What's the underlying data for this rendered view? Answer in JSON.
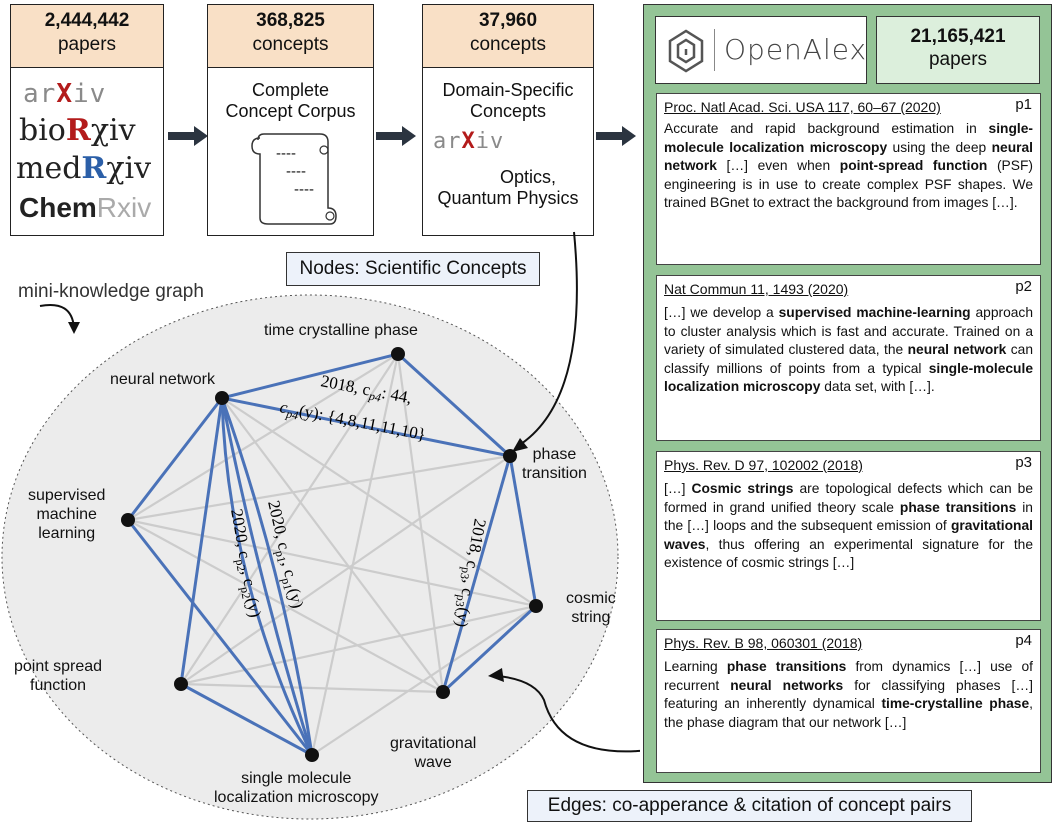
{
  "sources": {
    "count": "2,444,442",
    "unit": "papers",
    "logos": {
      "arxiv": {
        "a": "ar",
        "x": "X",
        "b": "iv"
      },
      "biorxiv": {
        "a": "bio",
        "r": "R",
        "b": "χiv"
      },
      "medrxiv": {
        "a": "med",
        "r": "R",
        "b": "χiv"
      },
      "chemrxiv": {
        "a": "Chem",
        "b": "Rxiv"
      }
    }
  },
  "corpus": {
    "count": "368,825",
    "unit": "concepts",
    "title_line1": "Complete",
    "title_line2": "Concept Corpus",
    "scroll_lines": [
      "----",
      "----",
      "----"
    ]
  },
  "domain": {
    "count": "37,960",
    "unit": "concepts",
    "title_line1": "Domain-Specific",
    "title_line2": "Concepts",
    "field_line1": "Optics,",
    "field_line2": "Quantum Physics"
  },
  "openalex": {
    "name": "OpenAlex",
    "count": "21,165,421",
    "unit": "papers"
  },
  "nodes_label": "Nodes: Scientific Concepts",
  "edges_label": "Edges: co-apperance & citation of concept pairs",
  "graph_title": "mini-knowledge graph",
  "nodes": [
    {
      "id": "time-crystalline-phase",
      "label": "time crystalline phase"
    },
    {
      "id": "neural-network",
      "label": "neural network"
    },
    {
      "id": "phase-transition",
      "line1": "phase",
      "line2": "transition"
    },
    {
      "id": "supervised-machine-learning",
      "line1": "supervised",
      "line2": "machine",
      "line3": "learning"
    },
    {
      "id": "cosmic-string",
      "line1": "cosmic",
      "line2": "string"
    },
    {
      "id": "point-spread-function",
      "line1": "point spread",
      "line2": "function"
    },
    {
      "id": "gravitational-wave",
      "line1": "gravitational",
      "line2": "wave"
    },
    {
      "id": "single-molecule-localization-microscopy",
      "line1": "single molecule",
      "line2": "localization microscopy"
    }
  ],
  "edge_labels": {
    "p4_line1": "2018, c",
    "p4_sub1": "p4",
    "p4_rest1": ": 44,",
    "p4_line2": "c",
    "p4_sub2": "p4",
    "p4_rest2": "(y): {4,8,11,11,10}",
    "p1": "2020, c",
    "p1_sub": "p1",
    "p1_mid": ", c",
    "p1_sub2": "p1",
    "p1_end": "(y)",
    "p2": "2020, c",
    "p2_sub": "p2",
    "p2_mid": ", c",
    "p2_sub2": "p2",
    "p2_end": "(y)",
    "p3": "2018, c",
    "p3_sub": "p3",
    "p3_mid": ", c",
    "p3_sub2": "p3",
    "p3_end": "(y)"
  },
  "papers": [
    {
      "id": "p1",
      "ref": "Proc. Natl Acad. Sci. USA 117, 60–67 (2020)",
      "segments": [
        {
          "t": "Accurate and rapid background estimation in "
        },
        {
          "t": "single-molecule localization microscopy",
          "b": true
        },
        {
          "t": " using the deep "
        },
        {
          "t": "neural network",
          "b": true
        },
        {
          "t": " […] even when "
        },
        {
          "t": "point-spread function",
          "b": true
        },
        {
          "t": " (PSF) engineering is in use to create complex PSF shapes. We trained BGnet to extract the background from images […]."
        }
      ]
    },
    {
      "id": "p2",
      "ref": "Nat Commun 11, 1493 (2020)",
      "segments": [
        {
          "t": "[…] we develop a "
        },
        {
          "t": "supervised machine-learning",
          "b": true
        },
        {
          "t": " approach to cluster analysis which is fast and accurate. Trained on a variety of simulated clustered data, the "
        },
        {
          "t": "neural network",
          "b": true
        },
        {
          "t": " can classify millions of points from a typical "
        },
        {
          "t": "single-molecule localization microscopy",
          "b": true
        },
        {
          "t": " data set, with […]."
        }
      ]
    },
    {
      "id": "p3",
      "ref": "Phys. Rev. D 97, 102002 (2018)",
      "segments": [
        {
          "t": "[…] "
        },
        {
          "t": "Cosmic strings",
          "b": true
        },
        {
          "t": " are topological defects which can be formed in grand unified theory scale "
        },
        {
          "t": "phase transitions",
          "b": true
        },
        {
          "t": " in the […] loops and the subsequent emission of "
        },
        {
          "t": "gravitational waves",
          "b": true
        },
        {
          "t": ", thus offering an experimental signature for the existence of cosmic strings […]"
        }
      ]
    },
    {
      "id": "p4",
      "ref": "Phys. Rev. B 98, 060301 (2018)",
      "segments": [
        {
          "t": "Learning "
        },
        {
          "t": "phase transitions",
          "b": true
        },
        {
          "t": " from dynamics […] use of recurrent "
        },
        {
          "t": "neural networks",
          "b": true
        },
        {
          "t": " for classifying phases […] featuring an inherently dynamical "
        },
        {
          "t": "time-crystalline phase",
          "b": true
        },
        {
          "t": ", the phase diagram that our network […]"
        }
      ]
    }
  ],
  "colors": {
    "edge_strong": "#4a72b8",
    "edge_weak": "#cccccc",
    "header_fill": "#f9e0c6",
    "panel_fill": "#94c496",
    "openalex_fill": "#dcefdc",
    "label_fill": "#edf2fa",
    "graph_fill": "#ececec"
  }
}
